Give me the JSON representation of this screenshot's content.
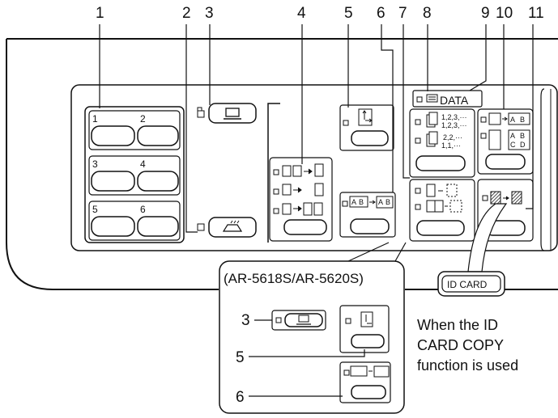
{
  "callouts": [
    "1",
    "2",
    "3",
    "4",
    "5",
    "6",
    "7",
    "8",
    "9",
    "10",
    "11"
  ],
  "program_keys": [
    "1",
    "2",
    "3",
    "4",
    "5",
    "6"
  ],
  "data_indicator": "DATA",
  "sort_labels": {
    "sort_a": "1,2,3,···",
    "sort_b": "1,2,3,···",
    "group_a": "2,2,···",
    "group_b": "1,1,···"
  },
  "card_mode_labels": [
    "A",
    "B",
    "A",
    "B",
    "C",
    "D"
  ],
  "duplex_mode_labels": [
    "A",
    "B",
    "A",
    "B"
  ],
  "inset": {
    "title": "(AR-5618S/AR-5620S)",
    "callouts": [
      "3",
      "5",
      "6"
    ]
  },
  "id_card_badge": "ID CARD",
  "id_card_note": [
    "When the ID",
    "CARD COPY",
    "function is used"
  ]
}
